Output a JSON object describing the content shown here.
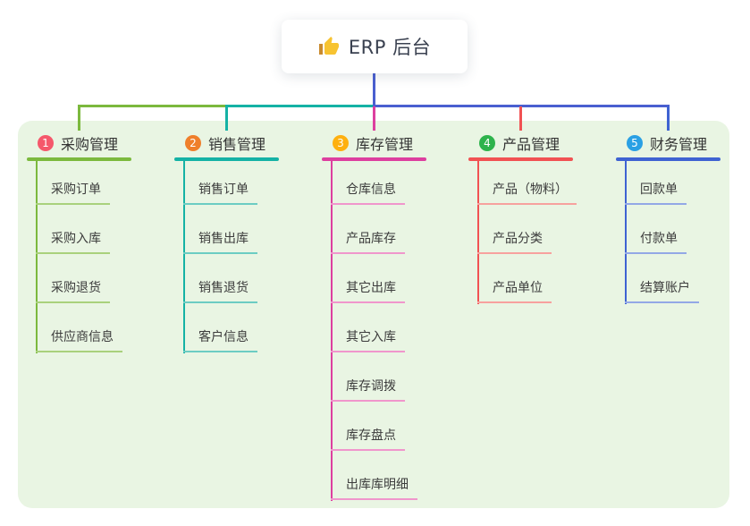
{
  "root": {
    "label": "ERP 后台",
    "icon": "thumbs-up-icon"
  },
  "canvas": {
    "background": "#ffffff",
    "panel_color": "#e9f5e3",
    "root_link_color": "#4a5fd0",
    "text_color": "#333333"
  },
  "branches": [
    {
      "num": "1",
      "label": "采购管理",
      "badge_color": "#f5586b",
      "line_color": "#7cb93e",
      "light_color": "#a9d17c",
      "children": [
        "采购订单",
        "采购入库",
        "采购退货",
        "供应商信息"
      ]
    },
    {
      "num": "2",
      "label": "销售管理",
      "badge_color": "#ef7f2b",
      "line_color": "#15b2a5",
      "light_color": "#6cccc3",
      "children": [
        "销售订单",
        "销售出库",
        "销售退货",
        "客户信息"
      ]
    },
    {
      "num": "3",
      "label": "库存管理",
      "badge_color": "#feb00f",
      "line_color": "#dd3f9f",
      "light_color": "#f096cc",
      "children": [
        "仓库信息",
        "产品库存",
        "其它出库",
        "其它入库",
        "库存调拨",
        "库存盘点",
        "出库库明细"
      ]
    },
    {
      "num": "4",
      "label": "产品管理",
      "badge_color": "#2eb34c",
      "line_color": "#f15253",
      "light_color": "#f7a19e",
      "children": [
        "产品（物料）",
        "产品分类",
        "产品单位"
      ]
    },
    {
      "num": "5",
      "label": "财务管理",
      "badge_color": "#2aa0e4",
      "line_color": "#3f63d2",
      "light_color": "#93a8e6",
      "children": [
        "回款单",
        "付款单",
        "结算账户"
      ]
    }
  ]
}
